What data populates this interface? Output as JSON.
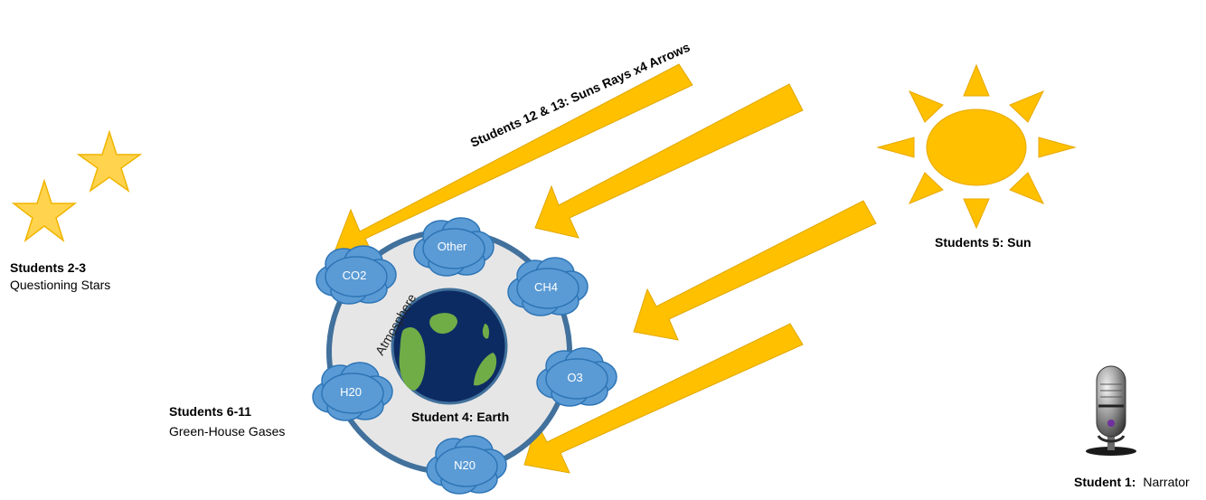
{
  "colors": {
    "sun": "#ffc000",
    "arrow": "#ffc000",
    "arrow_stroke": "#e0a800",
    "star": "#ffd34d",
    "star_stroke": "#f0b400",
    "cloud": "#5b9bd5",
    "cloud_stroke": "#2e75b6",
    "ring": "#41719c",
    "atmosphere_fill": "#e7e6e6",
    "earth_ocean": "#0d2b63",
    "earth_land": "#70ad47",
    "text": "#000000",
    "cloud_text": "#ffffff",
    "mic_dot": "#7030a0"
  },
  "labels": {
    "rays_title": "Students 12 & 13:  Suns Rays  x4 Arrows",
    "stars_title": "Students 2-3",
    "stars_subtitle": "Questioning Stars",
    "sun_title": "Students 5:  Sun",
    "gases_title": "Students 6-11",
    "gases_subtitle": "Green-House Gases",
    "earth_label": "Student 4: Earth",
    "atmosphere": "Atmosphere",
    "narrator_bold": "Student 1:",
    "narrator_role": "Narrator"
  },
  "gases": {
    "co2": "CO2",
    "other": "Other",
    "ch4": "CH4",
    "o3": "O3",
    "h2o": "H20",
    "n2o": "N20"
  },
  "icons": [
    "star-icon",
    "sun-icon",
    "cloud-icon",
    "earth-icon",
    "microphone-icon",
    "arrow-icon"
  ]
}
